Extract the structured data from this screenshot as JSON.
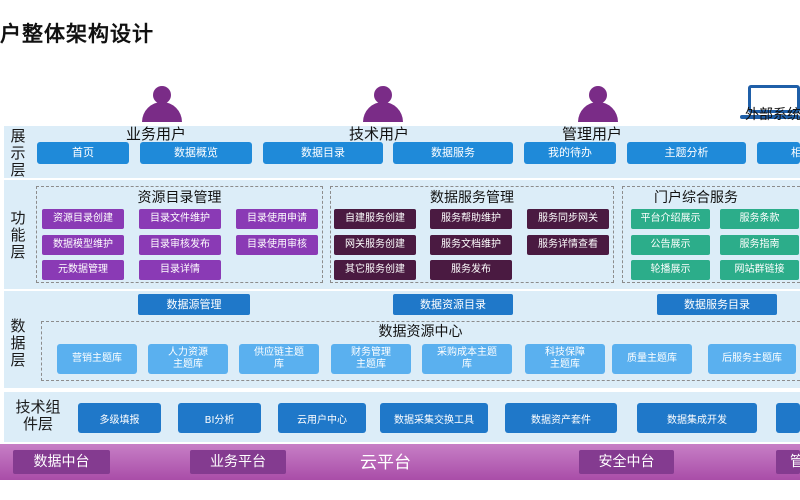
{
  "page_title": "户整体架构设计",
  "layers": {
    "presentation": "展\n示\n层",
    "function": "功\n能\n层",
    "data": "数\n据\n层",
    "tech": "技术组\n件层"
  },
  "users": {
    "business": "业务用户",
    "technical": "技术用户",
    "manager": "管理用户",
    "external": "外部系统"
  },
  "portal_tabs": [
    "首页",
    "数据概览",
    "数据目录",
    "数据服务",
    "我的待办",
    "主题分析",
    "相"
  ],
  "function_groups": {
    "catalog": {
      "title": "资源目录管理",
      "chips": [
        "资源目录创建",
        "目录文件维护",
        "目录使用申请",
        "数据模型维护",
        "目录审核发布",
        "目录使用审核",
        "元数据管理",
        "目录详情"
      ]
    },
    "service": {
      "title": "数据服务管理",
      "chips": [
        "自建服务创建",
        "服务帮助维护",
        "服务同步网关",
        "网关服务创建",
        "服务文档维护",
        "服务详情查看",
        "其它服务创建",
        "服务发布"
      ]
    },
    "portal": {
      "title": "门户综合服务",
      "chips": [
        "平台介绍展示",
        "服务条款",
        "公告展示",
        "服务指南",
        "轮播展示",
        "网站群链接"
      ]
    }
  },
  "data_layer": {
    "top_buttons": [
      "数据源管理",
      "数据资源目录",
      "数据服务目录"
    ],
    "center_title": "数据资源中心",
    "topics": [
      "营销主题库",
      "人力资源\n主题库",
      "供应链主题\n库",
      "财务管理\n主题库",
      "采购成本主题\n库",
      "科技保障\n主题库",
      "质量主题库",
      "后服务主题库"
    ]
  },
  "tech_components": [
    "多级填报",
    "BI分析",
    "云用户中心",
    "数据采集交换工具",
    "数据资产套件",
    "数据集成开发"
  ],
  "cloud": {
    "label": "云平台",
    "items": [
      "数据中台",
      "业务平台",
      "安全中台",
      "管"
    ]
  }
}
